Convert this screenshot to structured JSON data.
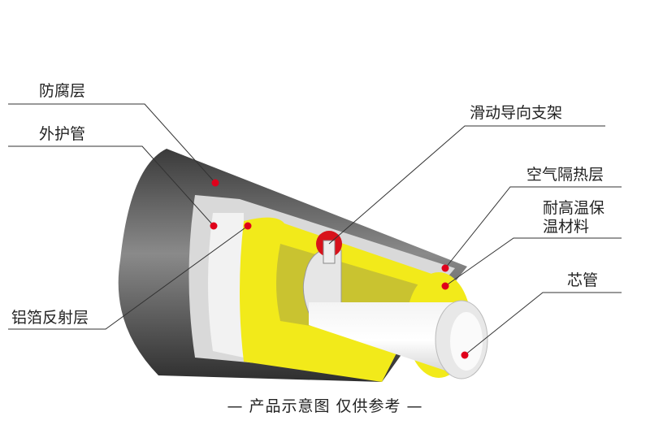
{
  "labels": {
    "anticorrosion": "防腐层",
    "outer_pipe": "外护管",
    "aluminum_foil": "铝箔反射层",
    "sliding_support": "滑动导向支架",
    "air_layer": "空气隔热层",
    "insulation_line1": "耐高温保",
    "insulation_line2": "温材料",
    "core_pipe": "芯管"
  },
  "caption": "— 产品示意图  仅供参考 —",
  "colors": {
    "marker": "#e0001b",
    "insulation": "#f2ea1a",
    "outer": "#5a5a5a"
  }
}
